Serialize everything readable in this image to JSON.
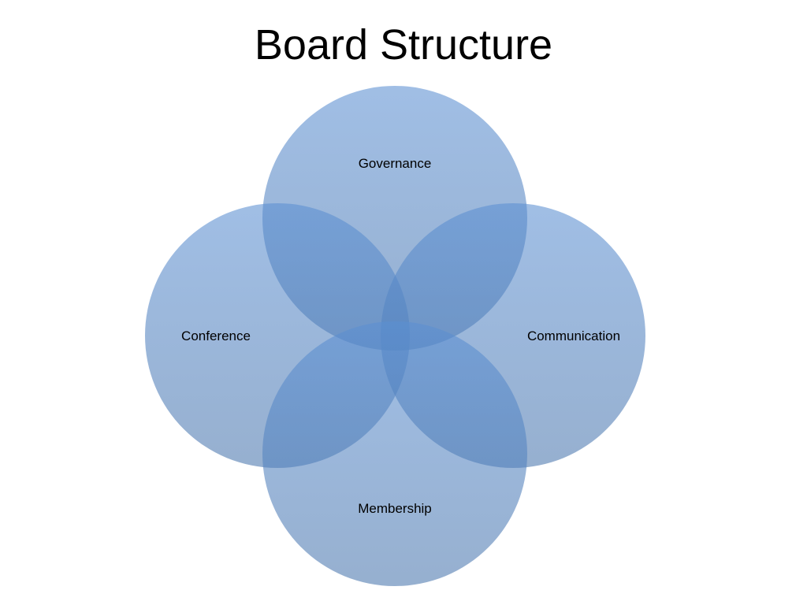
{
  "slide": {
    "title": "Board Structure"
  },
  "diagram": {
    "type": "venn",
    "fill_color": "#4f81bd",
    "circles": [
      {
        "id": "governance",
        "label": "Governance"
      },
      {
        "id": "conference",
        "label": "Conference"
      },
      {
        "id": "communication",
        "label": "Communication"
      },
      {
        "id": "membership",
        "label": "Membership"
      }
    ]
  }
}
